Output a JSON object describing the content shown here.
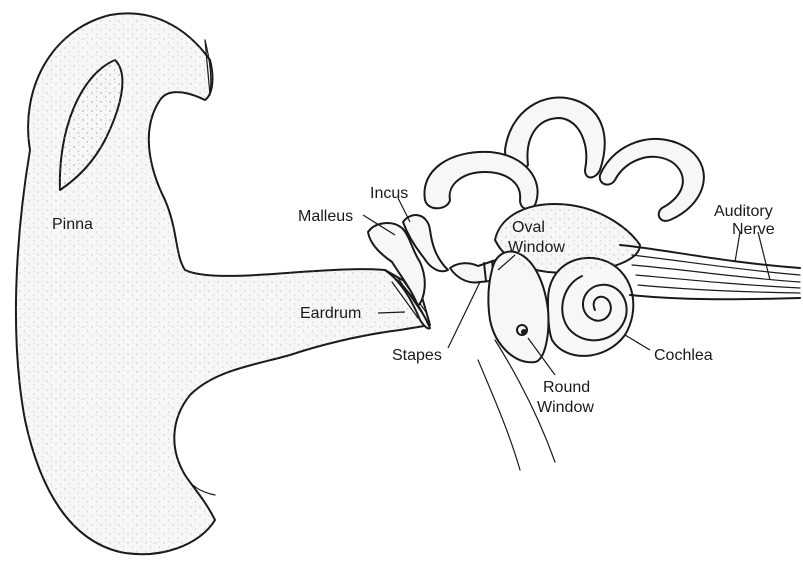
{
  "labels": {
    "pinna": "Pinna",
    "malleus": "Malleus",
    "incus": "Incus",
    "oval_window_1": "Oval",
    "oval_window_2": "Window",
    "auditory_nerve_1": "Auditory",
    "auditory_nerve_2": "Nerve",
    "eardrum": "Eardrum",
    "stapes": "Stapes",
    "cochlea": "Cochlea",
    "round_window_1": "Round",
    "round_window_2": "Window"
  },
  "colors": {
    "ink": "#1a1a1a",
    "paper": "#ffffff",
    "stipple": "#9a9a9a"
  }
}
